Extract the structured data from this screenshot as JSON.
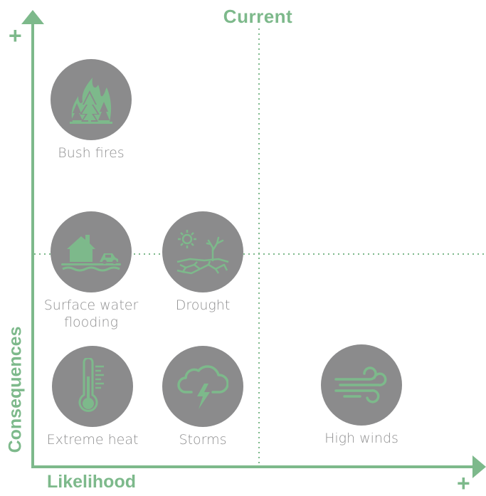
{
  "diagram": {
    "title": "Current",
    "x_axis": {
      "label": "Likelihood",
      "end_marker": "+"
    },
    "y_axis": {
      "label": "Consequences",
      "end_marker": "+"
    },
    "colors": {
      "accent": "#7db98b",
      "circle": "#8b8b8c",
      "label": "#8f8f90"
    },
    "hazards": [
      {
        "name": "Bush fires",
        "icon": "bushfire-icon"
      },
      {
        "name": "Surface water flooding",
        "icon": "flood-icon"
      },
      {
        "name": "Drought",
        "icon": "drought-icon"
      },
      {
        "name": "Extreme heat",
        "icon": "thermometer-icon"
      },
      {
        "name": "Storms",
        "icon": "storm-icon"
      },
      {
        "name": "High winds",
        "icon": "wind-icon"
      }
    ]
  }
}
